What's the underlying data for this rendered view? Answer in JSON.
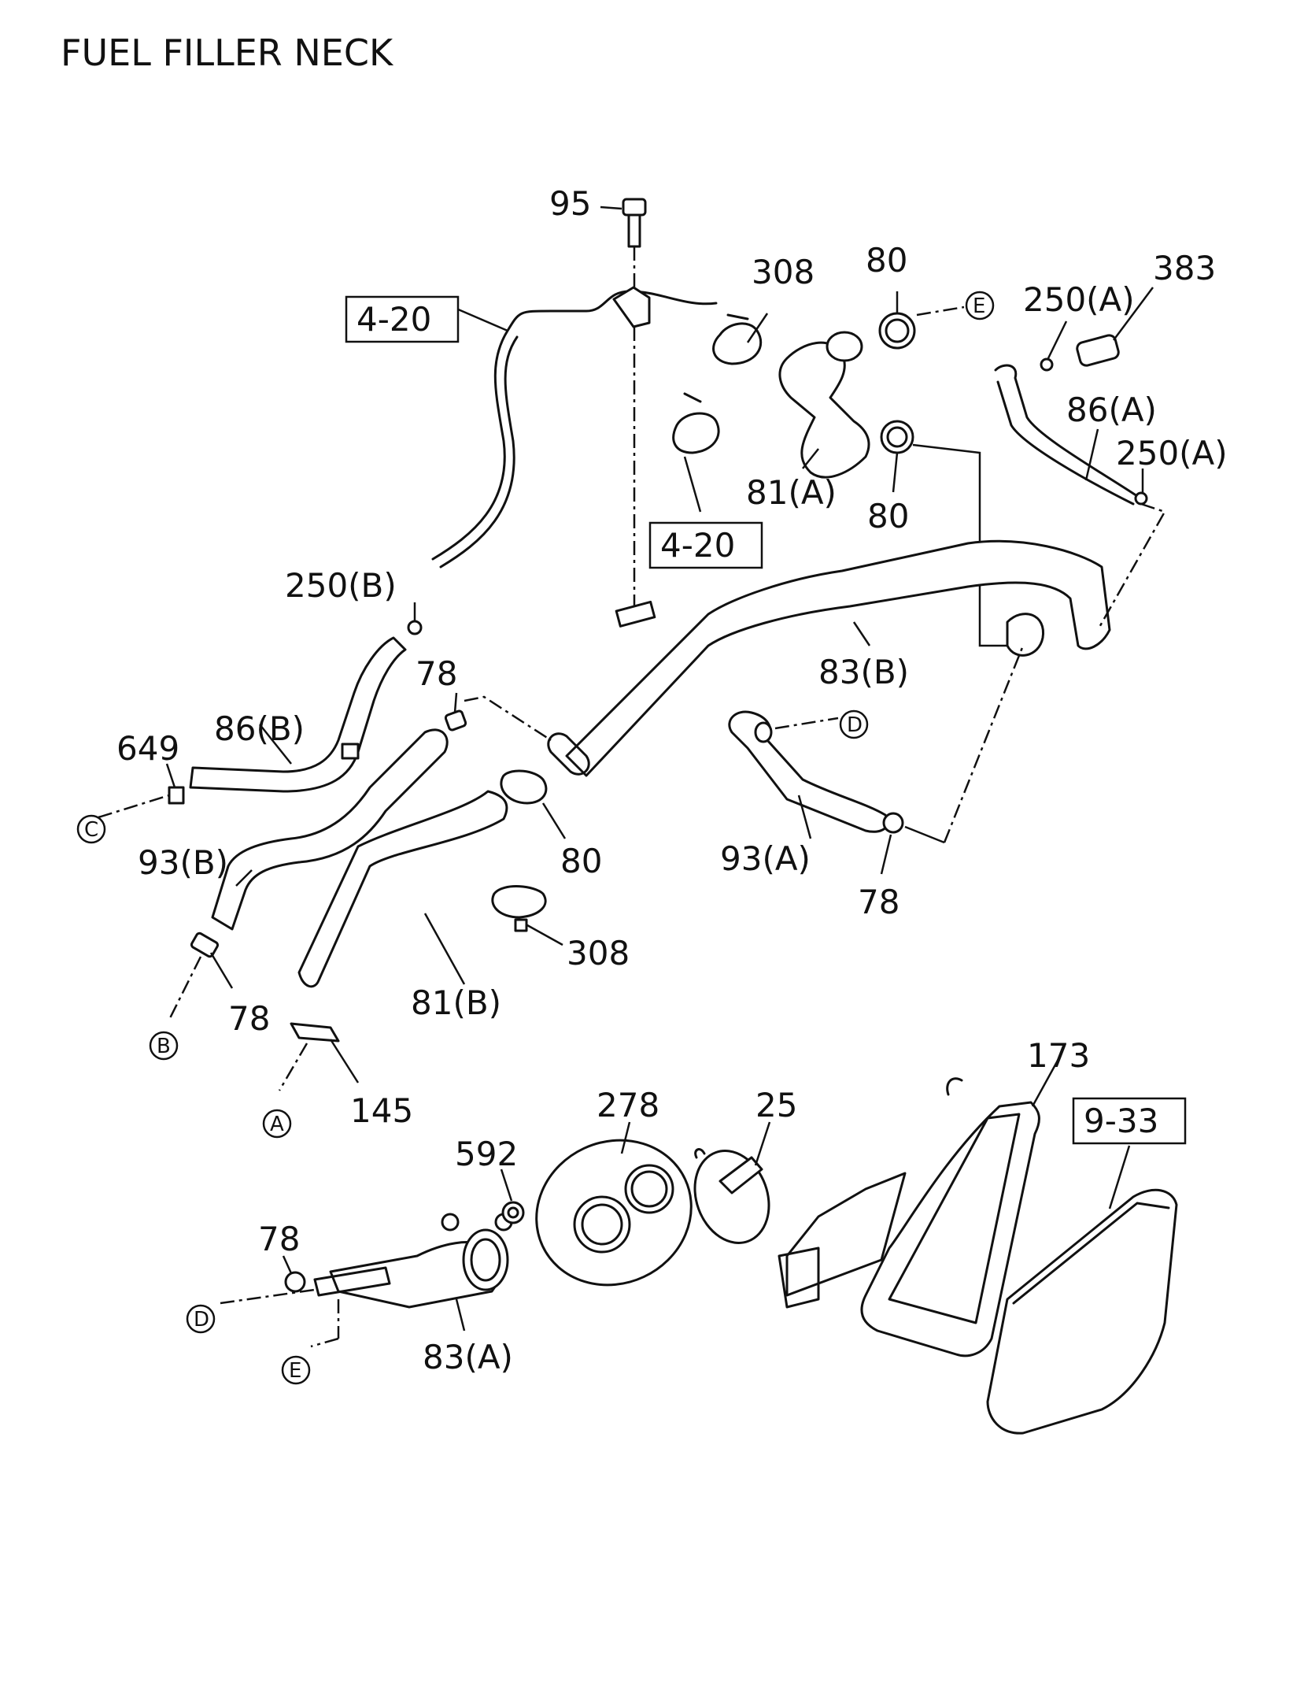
{
  "title": "FUEL FILLER NECK",
  "callouts": {
    "p95": "95",
    "p308a": "308",
    "p80a": "80",
    "p250a1": "250(A)",
    "p383": "383",
    "p86a": "86(A)",
    "p250a2": "250(A)",
    "p81a": "81(A)",
    "p80b": "80",
    "p250b": "250(B)",
    "p78a": "78",
    "p83b": "83(B)",
    "p649": "649",
    "p86b": "86(B)",
    "p93b": "93(B)",
    "p80c": "80",
    "p93a": "93(A)",
    "p78b": "78",
    "p308b": "308",
    "p78c": "78",
    "p81b": "81(B)",
    "p145": "145",
    "p173": "173",
    "p278": "278",
    "p25": "25",
    "p592": "592",
    "p78d": "78",
    "p83a": "83(A)"
  },
  "ref_boxes": {
    "ref1": "4-20",
    "ref2": "4-20",
    "ref3": "9-33"
  },
  "connectors": {
    "A": "A",
    "B": "B",
    "C": "C",
    "D1": "D",
    "D2": "D",
    "E1": "E",
    "E2": "E"
  }
}
